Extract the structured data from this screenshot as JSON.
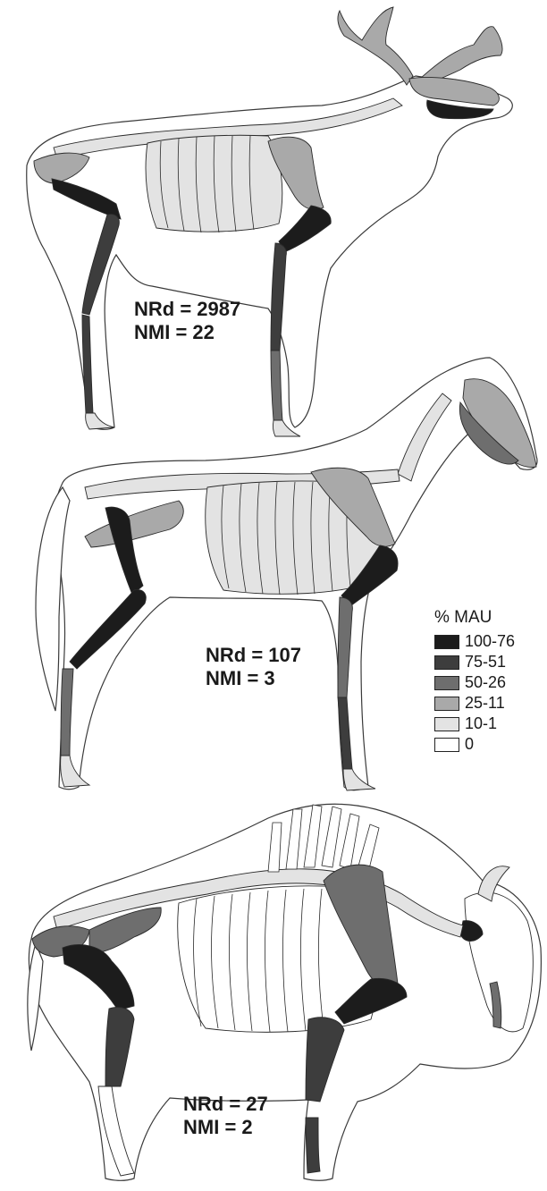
{
  "legend": {
    "title": "% MAU",
    "items": [
      {
        "label": "100-76",
        "color": "#1c1c1c"
      },
      {
        "label": "75-51",
        "color": "#3d3d3d"
      },
      {
        "label": "50-26",
        "color": "#6e6e6e"
      },
      {
        "label": "25-11",
        "color": "#a9a9a9"
      },
      {
        "label": "10-1",
        "color": "#e3e3e3"
      },
      {
        "label": "0",
        "color": "#ffffff"
      }
    ]
  },
  "specimens": [
    {
      "animal": "reindeer",
      "nrd": "NRd = 2987",
      "nmi": "NMI = 22"
    },
    {
      "animal": "horse",
      "nrd": "NRd = 107",
      "nmi": "NMI = 3"
    },
    {
      "animal": "bison",
      "nrd": "NRd = 27",
      "nmi": "NMI = 2"
    }
  ]
}
